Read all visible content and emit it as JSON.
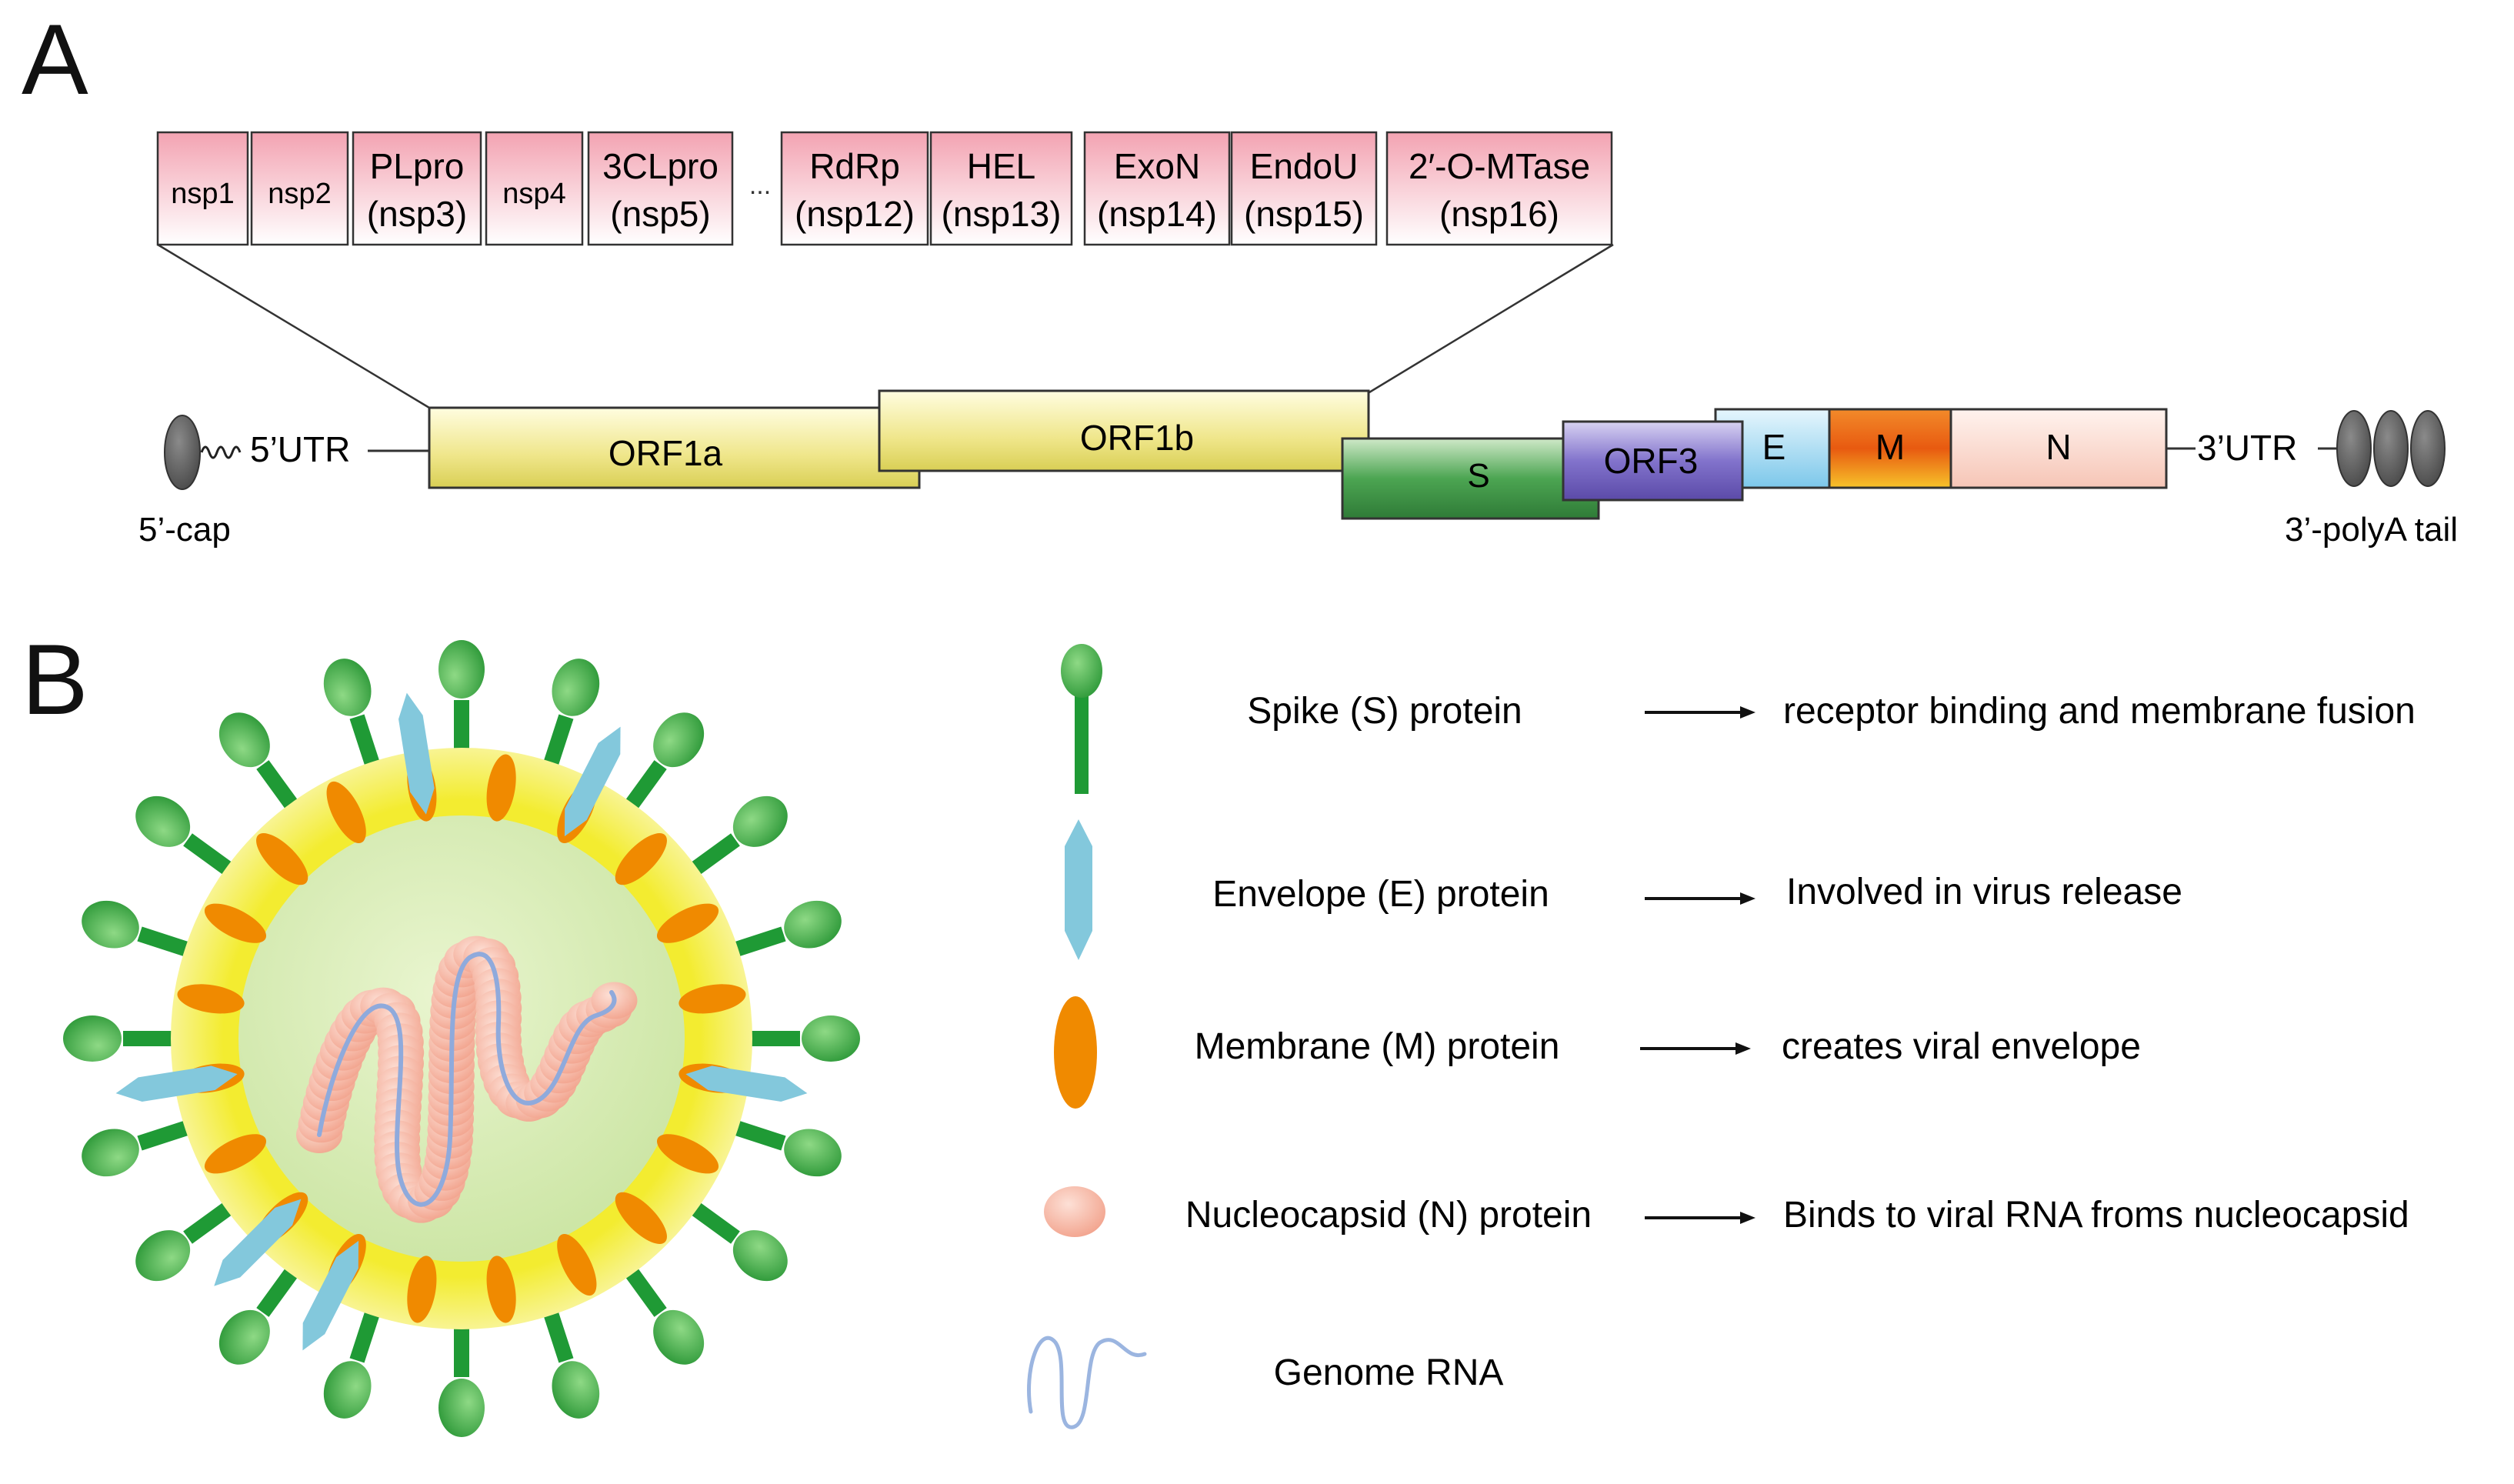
{
  "panel_a": {
    "label": "A",
    "nsps": [
      {
        "line1": "nsp1",
        "line2": ""
      },
      {
        "line1": "nsp2",
        "line2": ""
      },
      {
        "line1": "PLpro",
        "line2": "(nsp3)"
      },
      {
        "line1": "nsp4",
        "line2": ""
      },
      {
        "line1": "3CLpro",
        "line2": "(nsp5)"
      },
      {
        "line1": "RdRp",
        "line2": "(nsp12)"
      },
      {
        "line1": "HEL",
        "line2": "(nsp13)"
      },
      {
        "line1": "ExoN",
        "line2": "(nsp14)"
      },
      {
        "line1": "EndoU",
        "line2": "(nsp15)"
      },
      {
        "line1": "2′-O-MTase",
        "line2": "(nsp16)"
      }
    ],
    "ellipsis": "...",
    "genome": {
      "five_utr": "5’UTR",
      "three_utr": "3’UTR",
      "five_cap": "5’-cap",
      "polya": "3’-polyA tail",
      "orf1a": "ORF1a",
      "orf1b": "ORF1b",
      "s": "S",
      "orf3": "ORF3",
      "e": "E",
      "m": "M",
      "n": "N"
    }
  },
  "panel_b": {
    "label": "B",
    "legend": [
      {
        "icon": "spike-icon",
        "name": "Spike (S) protein",
        "function": "receptor binding and membrane fusion"
      },
      {
        "icon": "envelope-icon",
        "name": "Envelope (E) protein",
        "function": "Involved in virus release"
      },
      {
        "icon": "membrane-icon",
        "name": "Membrane (M) protein",
        "function": "creates viral envelope"
      },
      {
        "icon": "nucleocapsid-icon",
        "name": "Nucleocapsid (N) protein",
        "function": "Binds to viral RNA froms nucleocapsid"
      },
      {
        "icon": "rna-icon",
        "name": "Genome RNA",
        "function": ""
      }
    ]
  },
  "colors": {
    "nsp_fill_top": "#f4a6b4",
    "orf1_yellow": "#efe98a",
    "s_green": "#3f9a48",
    "orf3_purple": "#7b6ac4",
    "e_blue": "#8ed0ec",
    "m_orange": "#ef7c12",
    "n_peach": "#fbd7cc",
    "spike_green": "#1f9a35",
    "envelope_blue": "#83c8dc",
    "membrane_orange": "#f08a00",
    "nucleocapsid_pink": "#f5a896",
    "rna_blue": "#8faadc",
    "envelope_yellow": "#f5ee3b",
    "interior_green": "#d4ecb4"
  }
}
